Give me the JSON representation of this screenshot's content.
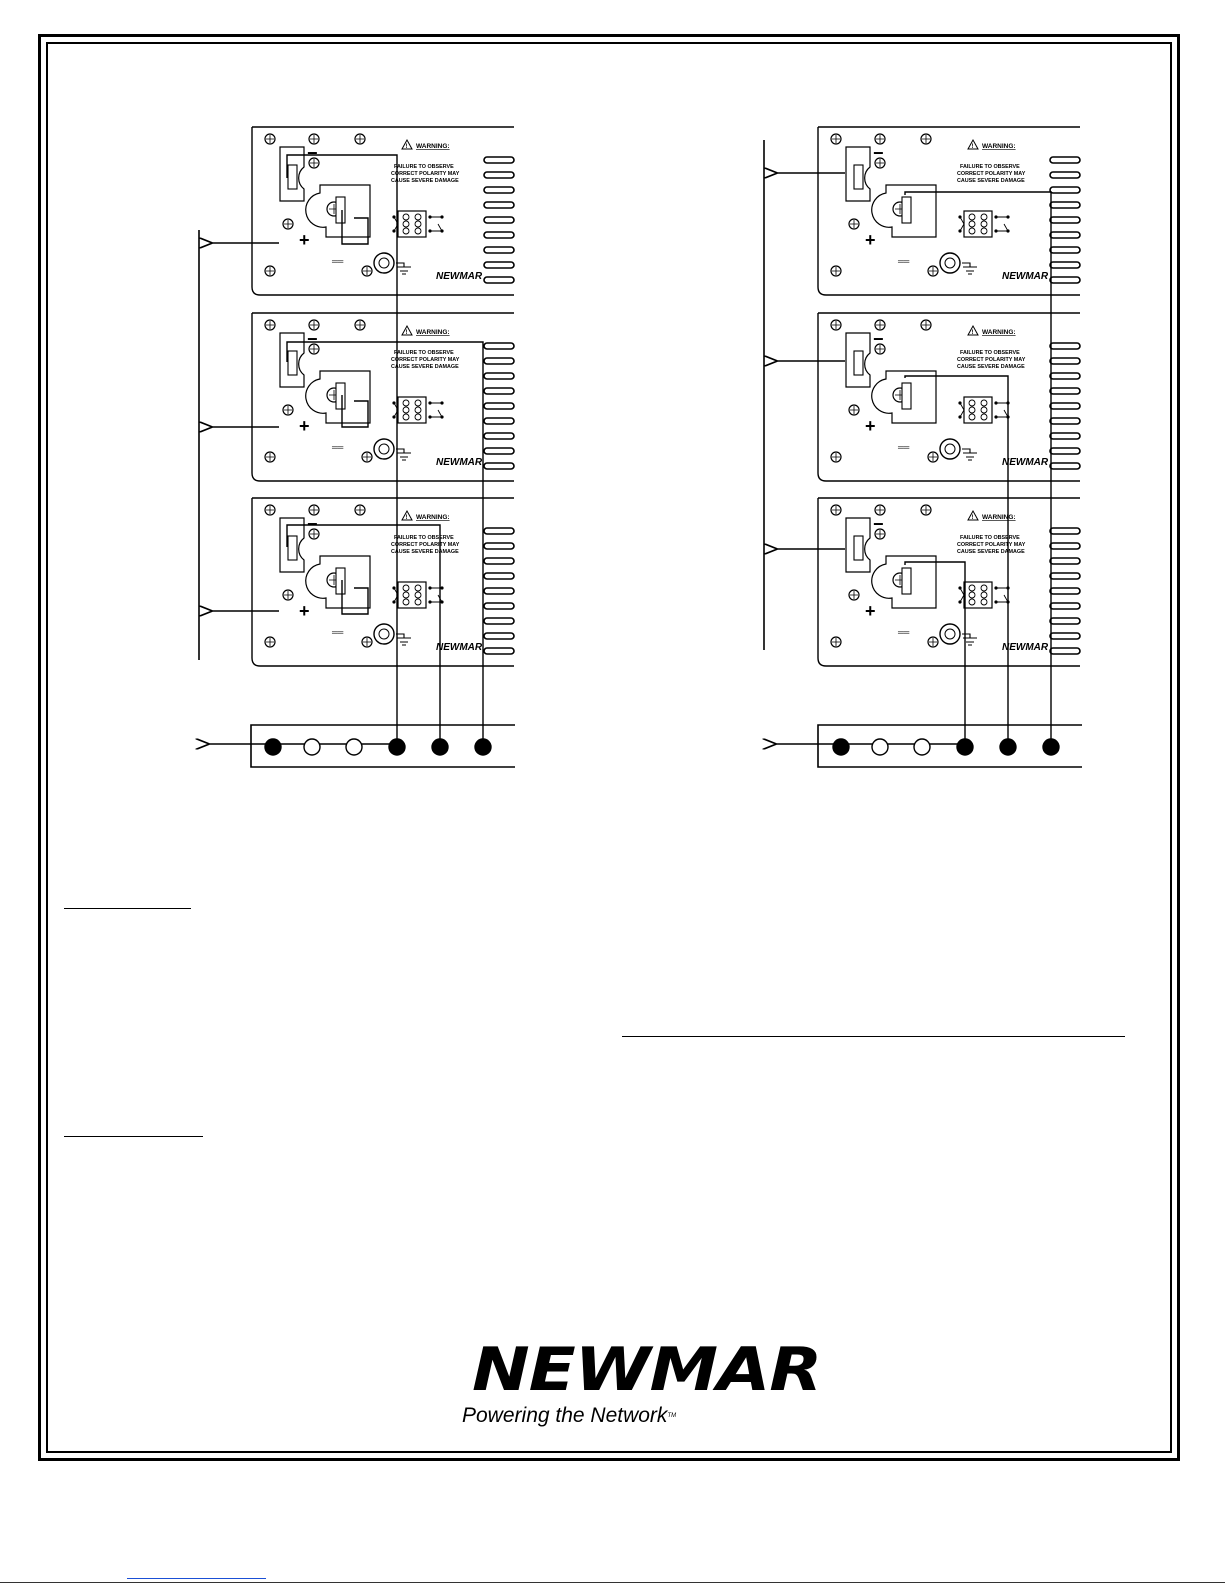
{
  "panels": [
    {
      "warning_title": "WARNING:",
      "warning_line1": "FAILURE TO OBSERVE",
      "warning_line2": "CORRECT POLARITY MAY",
      "warning_line3": "CAUSE SEVERE DAMAGE",
      "minus": "−",
      "plus": "+",
      "dc_symbol": "══",
      "brand": "NEWMAR"
    }
  ],
  "logo": {
    "wordmark": "NEWMAR",
    "tagline": "Powering the Network",
    "registered": "®",
    "trademark": "TM"
  },
  "icons": [
    "warning-triangle-icon",
    "ground-icon",
    "arrow-left-icon"
  ]
}
